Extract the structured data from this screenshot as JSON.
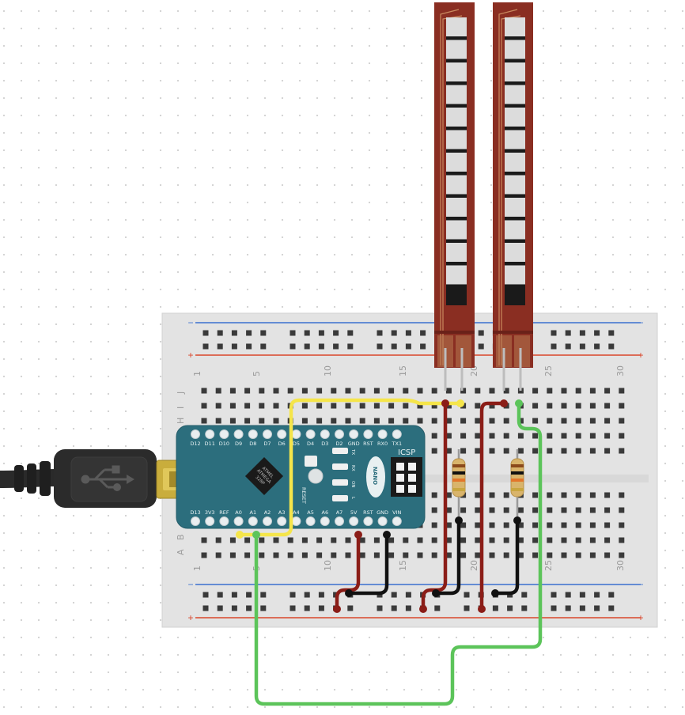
{
  "breadboard": {
    "column_numbers_top": [
      "1",
      "5",
      "10",
      "15",
      "20",
      "25",
      "30"
    ],
    "column_numbers_bottom": [
      "1",
      "5",
      "10",
      "15",
      "20",
      "25",
      "30"
    ],
    "row_letters_top": [
      "J",
      "I",
      "H"
    ],
    "row_letters_bottom": [
      "B",
      "A"
    ],
    "rail_minus": "−",
    "rail_plus": "+"
  },
  "arduino": {
    "top_pins": [
      "D12",
      "D11",
      "D10",
      "D9",
      "D8",
      "D7",
      "D6",
      "D5",
      "D4",
      "D3",
      "D2",
      "GND",
      "RST",
      "RX0",
      "TX1"
    ],
    "bottom_pins": [
      "D13",
      "3V3",
      "REF",
      "A0",
      "A1",
      "A2",
      "A3",
      "A4",
      "A5",
      "A6",
      "A7",
      "5V",
      "RST",
      "GND",
      "VIN"
    ],
    "reset_label": "RESET",
    "led_labels": [
      "TX",
      "RX",
      "ON",
      "L"
    ],
    "logo_text": "NANO",
    "icsp_label": "ICSP",
    "chip_text": [
      "ATMEL",
      "ATMEGA",
      "328P"
    ]
  },
  "colors": {
    "breadboard": "#e4e4e4",
    "rail_blue": "#3a6fcf",
    "rail_red": "#d9462b",
    "board": "#2c6e7d",
    "flex_sensor": "#8a2e22",
    "wire_yellow": "#f5e54a",
    "wire_green": "#5cc45a",
    "wire_red": "#8b1d17",
    "wire_black": "#111111",
    "usb_cable": "#2a2a2a"
  }
}
